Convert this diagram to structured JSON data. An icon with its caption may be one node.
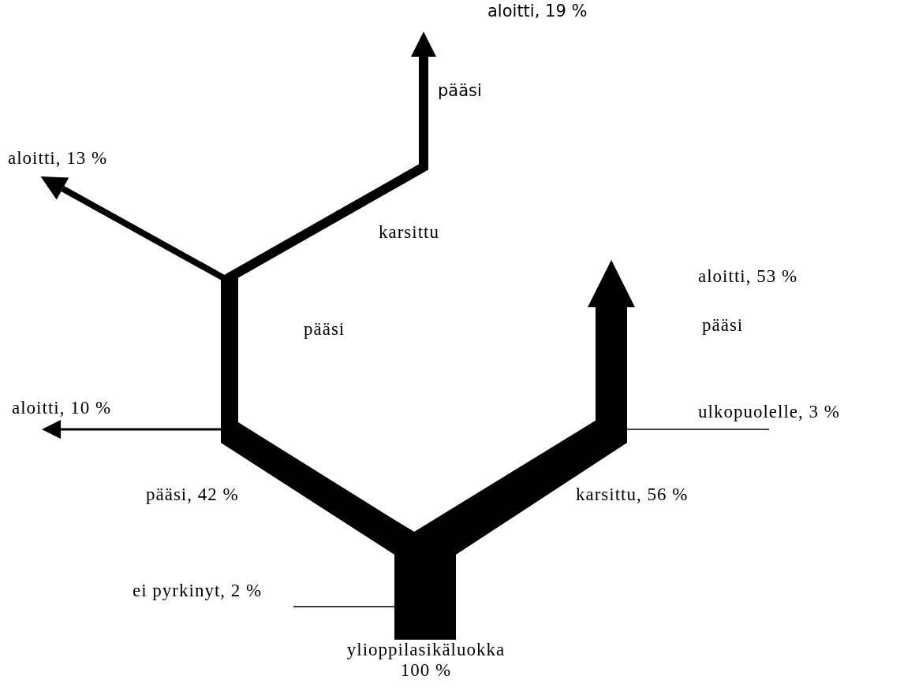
{
  "diagram": {
    "nodes": [
      {
        "text": [
          "aloitti, 19 %"
        ]
      },
      {
        "text": [
          "aloitti, 13 %"
        ]
      },
      {
        "text": [
          "aloitti, 53 %"
        ]
      },
      {
        "text": [
          "aloitti, 10 %"
        ]
      },
      {
        "text": [
          "ulkopuolelle, 3 %"
        ]
      },
      {
        "text": [
          "ei pyrkinyt, 2 %"
        ]
      },
      {
        "text": [
          "ylioppilasikäluokka 100 %"
        ]
      }
    ],
    "edges": [
      {
        "from": 6,
        "to": 0,
        "arrow": "to",
        "style": "thick"
      },
      {
        "from": 6,
        "to": 1,
        "arrow": "to",
        "style": "thick"
      },
      {
        "from": 6,
        "to": 2,
        "arrow": "to",
        "style": "thick"
      },
      {
        "from": 6,
        "to": 3,
        "arrow": "to"
      },
      {
        "from": 6,
        "to": 4,
        "arrow": "none"
      },
      {
        "from": 6,
        "to": 5,
        "arrow": "none"
      }
    ],
    "labels": [
      "pääsi",
      "karsittu",
      "pääsi",
      "pääsi",
      "pääsi, 42 %",
      "karsittu, 56 %"
    ]
  }
}
